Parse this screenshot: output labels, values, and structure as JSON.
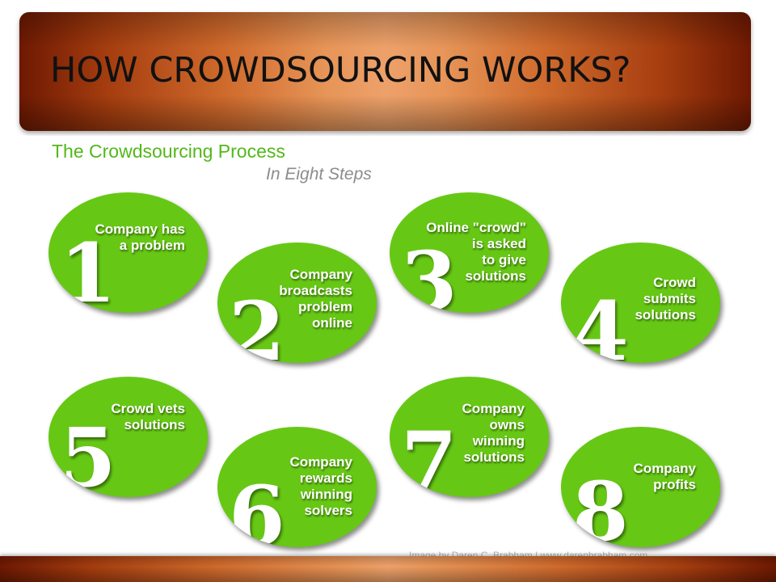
{
  "slide": {
    "title": "HOW CROWDSOURCING WORKS?"
  },
  "infographic": {
    "title": "The Crowdsourcing Process",
    "subtitle": "In Eight Steps",
    "credit": "Image by Daren C. Brabham | www.darenbrabham.com",
    "steps": [
      {
        "number": "1",
        "text": "Company has\na problem"
      },
      {
        "number": "2",
        "text": "Company\nbroadcasts\nproblem\nonline"
      },
      {
        "number": "3",
        "text": "Online \"crowd\"\nis asked\nto give\nsolutions"
      },
      {
        "number": "4",
        "text": "Crowd\nsubmits\nsolutions"
      },
      {
        "number": "5",
        "text": "Crowd vets\nsolutions"
      },
      {
        "number": "6",
        "text": "Company\nrewards\nwinning\nsolvers"
      },
      {
        "number": "7",
        "text": "Company\nowns\nwinning\nsolutions"
      },
      {
        "number": "8",
        "text": "Company\nprofits"
      }
    ]
  },
  "colors": {
    "step_green": "#66c814",
    "title_green": "#52b81a",
    "subtitle_gray": "#8c8c8c",
    "bar_dark": "#6e1902",
    "bar_light": "#eda16a"
  }
}
